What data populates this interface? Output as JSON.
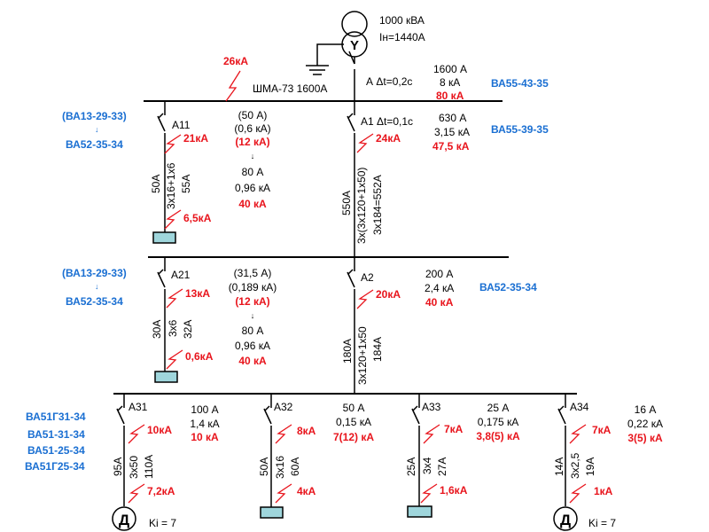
{
  "transformer": {
    "rating": "1000 кВА",
    "nominal_current": "Iн=1440А",
    "secondary_symbol": "Y"
  },
  "main_bus": {
    "label": "ШМА-73 1600А",
    "fault": "26кА",
    "incoming_breaker": {
      "label": "А Δt=0,2с",
      "current": "1600 А",
      "breaking_capacity": "8 кА",
      "short_circuit": "80 кА",
      "type": "ВА55-43-35"
    }
  },
  "level1": {
    "left_feeder": {
      "type_alt": "(ВА13-29-33)",
      "type_arrow": "↓",
      "type": "ВА52-35-34",
      "breaker": "А11",
      "fault_top": "21кА",
      "fault_bottom": "6,5кА",
      "vertical_current": "50А",
      "cable": "3х16+1х6",
      "cable_current": "55А",
      "params": {
        "i1": "(50 А)",
        "i2": "(0,6 кА)",
        "i3": "(12 кА)",
        "arrow": "↓",
        "i4": "80 А",
        "i5": "0,96 кА",
        "i6": "40 кА"
      }
    },
    "right_feeder": {
      "breaker": "А1 Δt=0,1с",
      "fault": "24кА",
      "current": "630 А",
      "breaking_capacity": "3,15 кА",
      "short_circuit": "47,5 кА",
      "type": "ВА55-39-35",
      "vertical_current": "550А",
      "cable": "3х(3х120+1х50)",
      "cable_current": "3х184=552А"
    }
  },
  "level2": {
    "left_feeder": {
      "type_alt": "(ВА13-29-33)",
      "type_arrow": "↓",
      "type": "ВА52-35-34",
      "breaker": "А21",
      "fault_top": "13кА",
      "fault_bottom": "0,6кА",
      "vertical_current": "30А",
      "cable": "3х6",
      "cable_current": "32А",
      "params": {
        "i1": "(31,5 А)",
        "i2": "(0,189 кА)",
        "i3": "(12 кА)",
        "arrow": "↓",
        "i4": "80 А",
        "i5": "0,96 кА",
        "i6": "40 кА"
      }
    },
    "right_feeder": {
      "breaker": "А2",
      "fault": "20кА",
      "current": "200 А",
      "breaking_capacity": "2,4 кА",
      "short_circuit": "40 кА",
      "type": "ВА52-35-34",
      "vertical_current": "180А",
      "cable": "3х120+1х50",
      "cable_current": "184А"
    }
  },
  "level3": {
    "types": [
      "ВА51Г31-34",
      "ВА51-31-34",
      "ВА51-25-34",
      "ВА51Г25-34"
    ],
    "feeders": [
      {
        "breaker": "А31",
        "fault_top": "10кА",
        "fault_bottom": "7,2кА",
        "vertical_current": "95А",
        "cable": "3х50",
        "cable_current": "110А",
        "params": [
          "100 А",
          "1,4 кА",
          "10 кА"
        ],
        "load": "Д",
        "ki": "Ki = 7"
      },
      {
        "breaker": "А32",
        "fault_top": "8кА",
        "fault_bottom": "4кА",
        "vertical_current": "50А",
        "cable": "3х16",
        "cable_current": "60А",
        "params": [
          "50 А",
          "0,15 кА",
          "7(12) кА"
        ]
      },
      {
        "breaker": "А33",
        "fault_top": "7кА",
        "fault_bottom": "1,6кА",
        "vertical_current": "25А",
        "cable": "3х4",
        "cable_current": "27А",
        "params": [
          "25 А",
          "0,175 кА",
          "3,8(5) кА"
        ]
      },
      {
        "breaker": "А34",
        "fault_top": "7кА",
        "fault_bottom": "1кА",
        "vertical_current": "14А",
        "cable": "3х2,5",
        "cable_current": "19А",
        "params": [
          "16 А",
          "0,22 кА",
          "3(5) кА"
        ],
        "load": "Д",
        "ki": "Ki = 7"
      }
    ]
  }
}
